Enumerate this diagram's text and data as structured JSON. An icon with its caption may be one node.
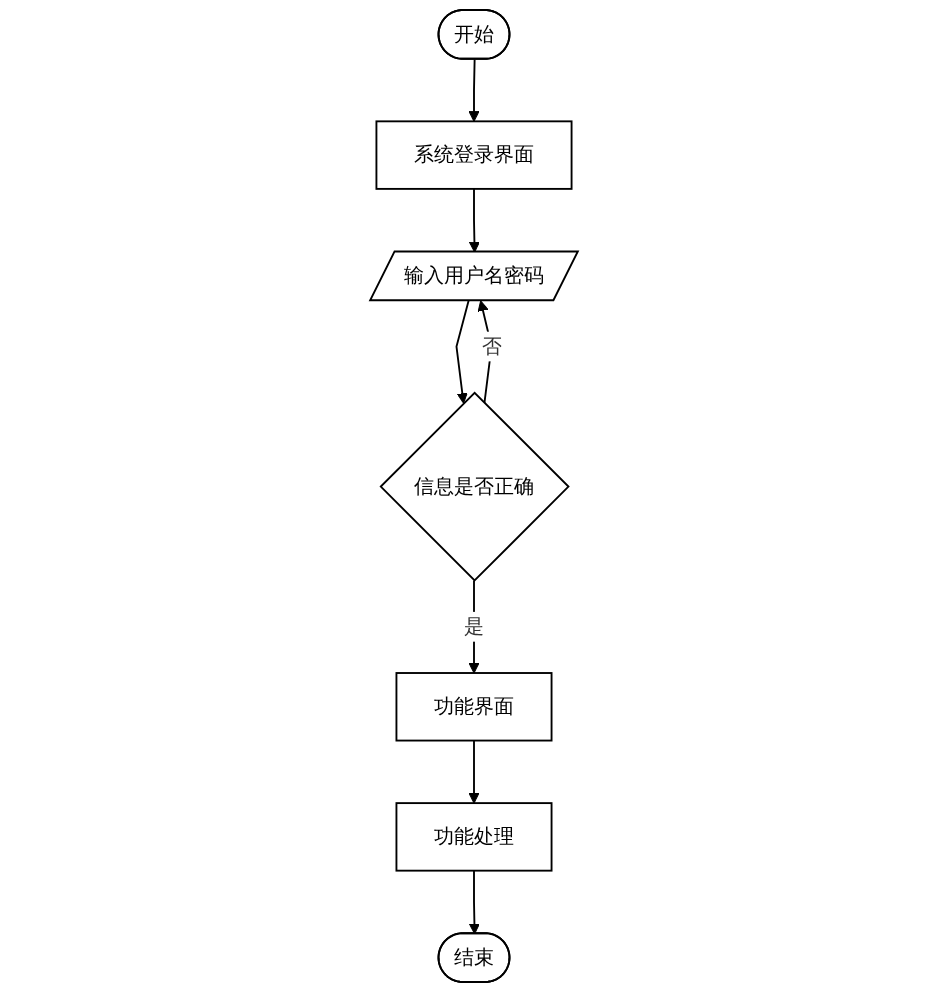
{
  "diagram": {
    "nodes": [
      {
        "text": [
          "开始"
        ]
      },
      {
        "text": [
          "系统登录界面"
        ]
      },
      {
        "text": [
          "输入用户名密码"
        ]
      },
      {
        "text": [
          "信息是否正确"
        ]
      },
      {
        "text": [
          "功能界面"
        ]
      },
      {
        "text": [
          "功能处理"
        ]
      },
      {
        "text": [
          "结束"
        ]
      }
    ],
    "edges": [
      {
        "from": 0,
        "to": 1,
        "arrow": "to"
      },
      {
        "from": 1,
        "to": 2,
        "arrow": "to"
      },
      {
        "from": 2,
        "to": 3,
        "arrow": "to"
      },
      {
        "from": 3,
        "to": 4,
        "label": "是",
        "arrow": "to"
      },
      {
        "from": 3,
        "to": 2,
        "label": "否",
        "arrow": "to"
      },
      {
        "from": 4,
        "to": 5,
        "arrow": "to"
      },
      {
        "from": 5,
        "to": 6,
        "arrow": "to"
      }
    ]
  }
}
